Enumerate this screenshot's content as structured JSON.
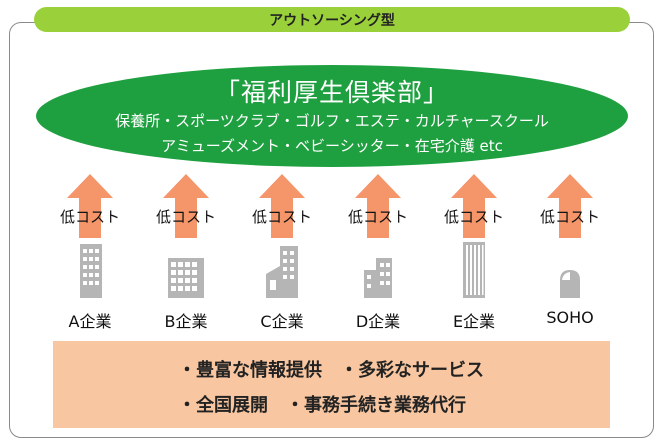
{
  "header": {
    "title": "アウトソーシング型"
  },
  "welfare": {
    "title": "「福利厚生倶楽部」",
    "line1": "保養所・スポーツクラブ・ゴルフ・エステ・カルチャースクール",
    "line2": "アミューズメント・ベビーシッター・在宅介護 etc"
  },
  "companies": [
    {
      "cost": "低コスト",
      "name": "A企業",
      "icon": "tall-building-icon"
    },
    {
      "cost": "低コスト",
      "name": "B企業",
      "icon": "wide-building-icon"
    },
    {
      "cost": "低コスト",
      "name": "C企業",
      "icon": "factory-building-icon"
    },
    {
      "cost": "低コスト",
      "name": "D企業",
      "icon": "small-building-icon"
    },
    {
      "cost": "低コスト",
      "name": "E企業",
      "icon": "striped-tower-icon"
    },
    {
      "cost": "低コスト",
      "name": "SOHO",
      "icon": "soho-house-icon"
    }
  ],
  "benefits": {
    "line1": "・豊富な情報提供　・多彩なサービス",
    "line2": "・全国展開　・事務手続き業務代行"
  },
  "colors": {
    "header_bg": "#9ad13a",
    "ellipse_bg": "#1fa040",
    "arrow": "#f4956a",
    "benefits_bg": "#f8c6a0",
    "building": "#b5b5b5"
  }
}
